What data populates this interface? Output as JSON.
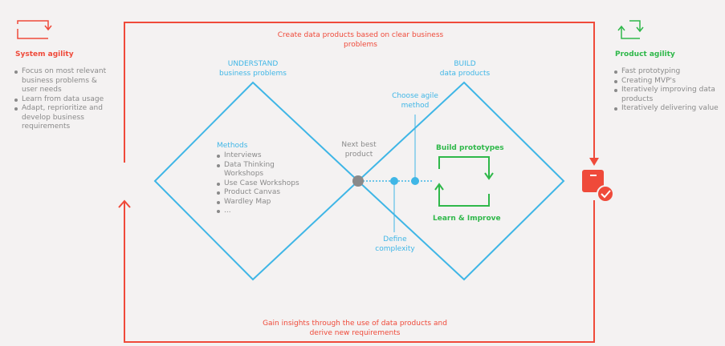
{
  "left_panel": {
    "title": "System agility",
    "items": [
      "Focus on most relevant business problems & user needs",
      "Learn from data usage",
      "Adapt, reprioritize and develop business requirements"
    ]
  },
  "right_panel": {
    "title": "Product agility",
    "items": [
      "Fast prototyping",
      "Creating MVP's",
      "Iteratively improving data products",
      "Iteratively delivering value"
    ]
  },
  "loop": {
    "top_text": "Create data products based on clear business problems",
    "bottom_text": "Gain insights through the use of data products and derive new requirements"
  },
  "understand": {
    "title": "UNDERSTAND",
    "subtitle": "business problems",
    "methods_title": "Methods",
    "methods": [
      "Interviews",
      "Data Thinking Workshops",
      "Use Case Workshops",
      "Product Canvas",
      "Wardley Map",
      "..."
    ]
  },
  "build": {
    "title": "BUILD",
    "subtitle": "data products"
  },
  "labels": {
    "next_best_product": "Next best product",
    "choose_agile_method": "Choose agile method",
    "define_complexity": "Define complexity",
    "build_prototypes": "Build prototypes",
    "learn_improve": "Learn & Improve"
  },
  "colors": {
    "red": "#ef4a3a",
    "blue": "#3fb6e6",
    "green": "#2fb84a",
    "gray": "#8a8a8a"
  }
}
